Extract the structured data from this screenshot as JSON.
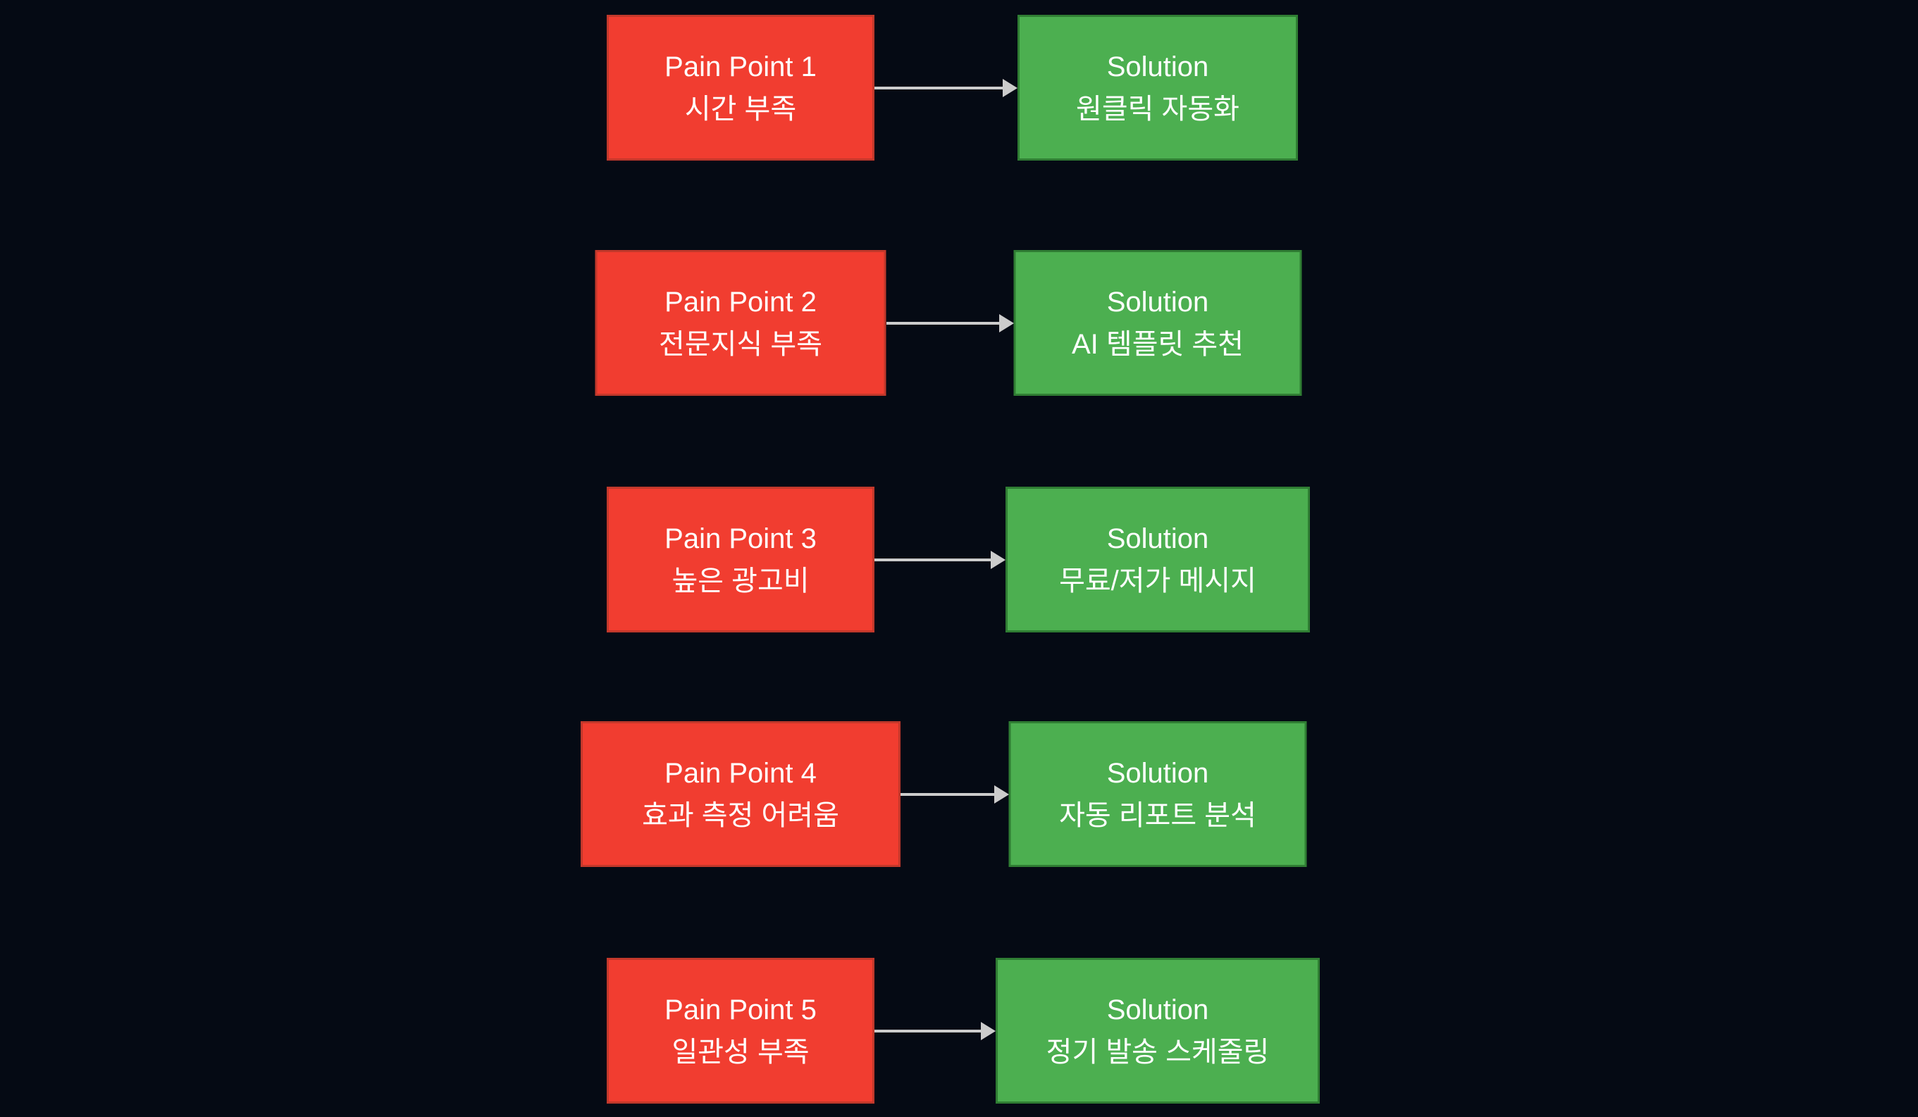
{
  "diagram": {
    "rows": [
      {
        "pain": {
          "title": "Pain Point 1",
          "subtitle": "시간 부족"
        },
        "solution": {
          "title": "Solution",
          "subtitle": "원클릭 자동화"
        }
      },
      {
        "pain": {
          "title": "Pain Point 2",
          "subtitle": "전문지식 부족"
        },
        "solution": {
          "title": "Solution",
          "subtitle": "AI 템플릿 추천"
        }
      },
      {
        "pain": {
          "title": "Pain Point 3",
          "subtitle": "높은 광고비"
        },
        "solution": {
          "title": "Solution",
          "subtitle": "무료/저가 메시지"
        }
      },
      {
        "pain": {
          "title": "Pain Point 4",
          "subtitle": "효과 측정 어려움"
        },
        "solution": {
          "title": "Solution",
          "subtitle": "자동 리포트 분석"
        }
      },
      {
        "pain": {
          "title": "Pain Point 5",
          "subtitle": "일관성 부족"
        },
        "solution": {
          "title": "Solution",
          "subtitle": "정기 발송 스케줄링"
        }
      }
    ],
    "colors": {
      "page_bg": "#050a14",
      "pain_fill": "#f13d30",
      "pain_border": "#c2382b",
      "solution_fill": "#4caf50",
      "solution_border": "#2f7d33",
      "arrow": "#cccccc",
      "text": "#ffffff"
    }
  }
}
